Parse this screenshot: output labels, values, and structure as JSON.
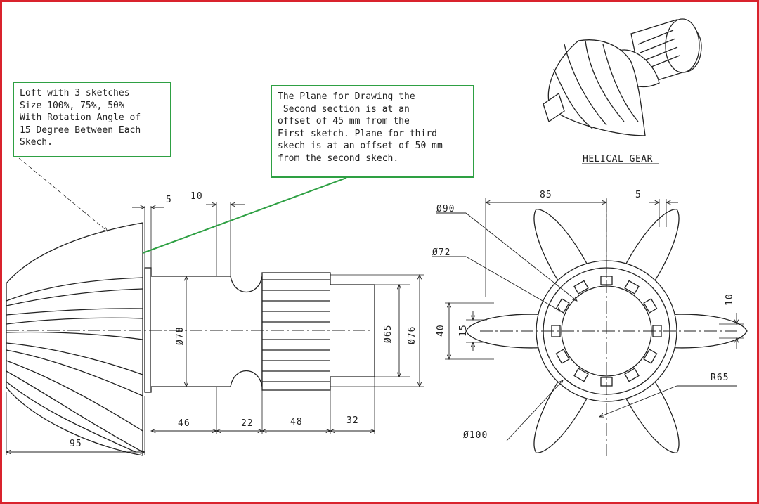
{
  "notes": {
    "loft": "Loft with 3 sketches\nSize 100%, 75%, 50%\nWith Rotation Angle of\n15 Degree Between Each\nSkech.",
    "plane": "The Plane for Drawing the\n Second section is at an\noffset of 45 mm from the\nFirst sketch. Plane for third\nskech is at an offset of 50 mm\nfrom the second skech."
  },
  "gear_caption": "HELICAL GEAR",
  "side_view": {
    "dims": {
      "d5": "5",
      "d10": "10",
      "d46": "46",
      "d22": "22",
      "d48": "48",
      "d32": "32",
      "d95": "95",
      "dia78": "Ø78",
      "dia65": "Ø65",
      "dia76": "Ø76"
    }
  },
  "front_view": {
    "dims": {
      "d85": "85",
      "d5": "5",
      "dia90": "Ø90",
      "dia72": "Ø72",
      "dia100": "Ø100",
      "d40": "40",
      "d15": "15",
      "d10": "10",
      "r65": "R65"
    }
  },
  "colors": {
    "frame": "#d9232d",
    "callout": "#2ea043",
    "ink": "#222222"
  }
}
